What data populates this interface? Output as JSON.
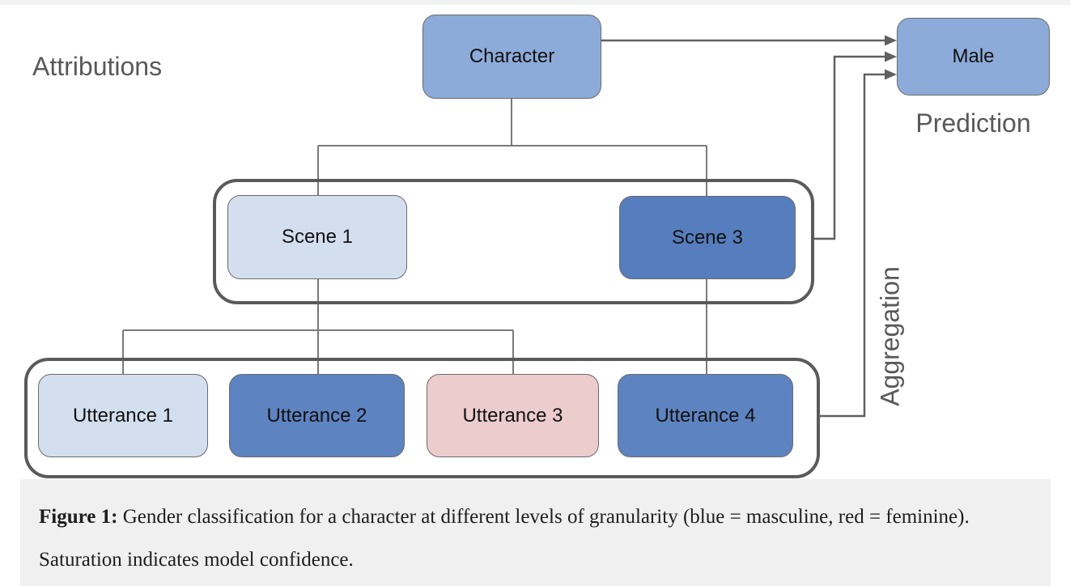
{
  "labels": {
    "attributions": "Attributions",
    "prediction": "Prediction",
    "aggregation": "Aggregation"
  },
  "nodes": {
    "character": "Character",
    "male": "Male",
    "scene1": "Scene 1",
    "scene3": "Scene 3",
    "utterance1": "Utterance 1",
    "utterance2": "Utterance 2",
    "utterance3": "Utterance 3",
    "utterance4": "Utterance 4"
  },
  "caption": {
    "figure_label": "Figure 1:",
    "text": " Gender classification for a character at different levels of granularity (blue = masculine, red = feminine). Saturation indicates model confidence."
  },
  "colors": {
    "masculine_strong": "#8cabd9",
    "masculine_light": "#d3dfef",
    "masculine_dark_scene": "#567dbd",
    "masculine_dark_utt": "#5e83c1",
    "feminine_light": "#eccccd",
    "tree_line": "#7a7a7a",
    "arrow_line": "#606060",
    "caption_bg": "#f0f0f1"
  }
}
